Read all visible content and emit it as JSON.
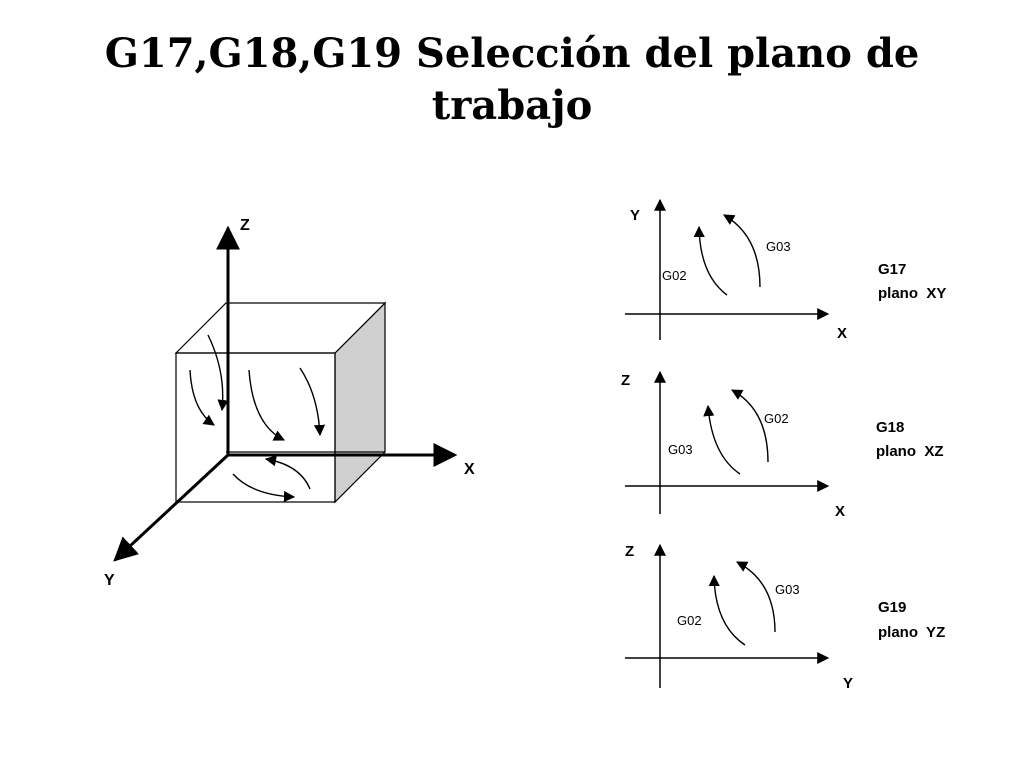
{
  "title": {
    "line1": "G17,G18,G19 Selección del plano de",
    "line2": "trabajo"
  },
  "cube_diagram": {
    "axes": {
      "z": "Z",
      "x": "X",
      "y": "Y"
    }
  },
  "planes": [
    {
      "code": "G17",
      "plane_label": "plano  XY",
      "vertical_axis": "Y",
      "horizontal_axis": "X",
      "inner_arc_label": "G02",
      "outer_arc_label": "G03"
    },
    {
      "code": "G18",
      "plane_label": "plano  XZ",
      "vertical_axis": "Z",
      "horizontal_axis": "X",
      "inner_arc_label": "G03",
      "outer_arc_label": "G02"
    },
    {
      "code": "G19",
      "plane_label": "plano  YZ",
      "vertical_axis": "Z",
      "horizontal_axis": "Y",
      "inner_arc_label": "G02",
      "outer_arc_label": "G03"
    }
  ],
  "colors": {
    "line": "#000000",
    "cube_side": "#d0d0d0",
    "background": "#ffffff"
  }
}
